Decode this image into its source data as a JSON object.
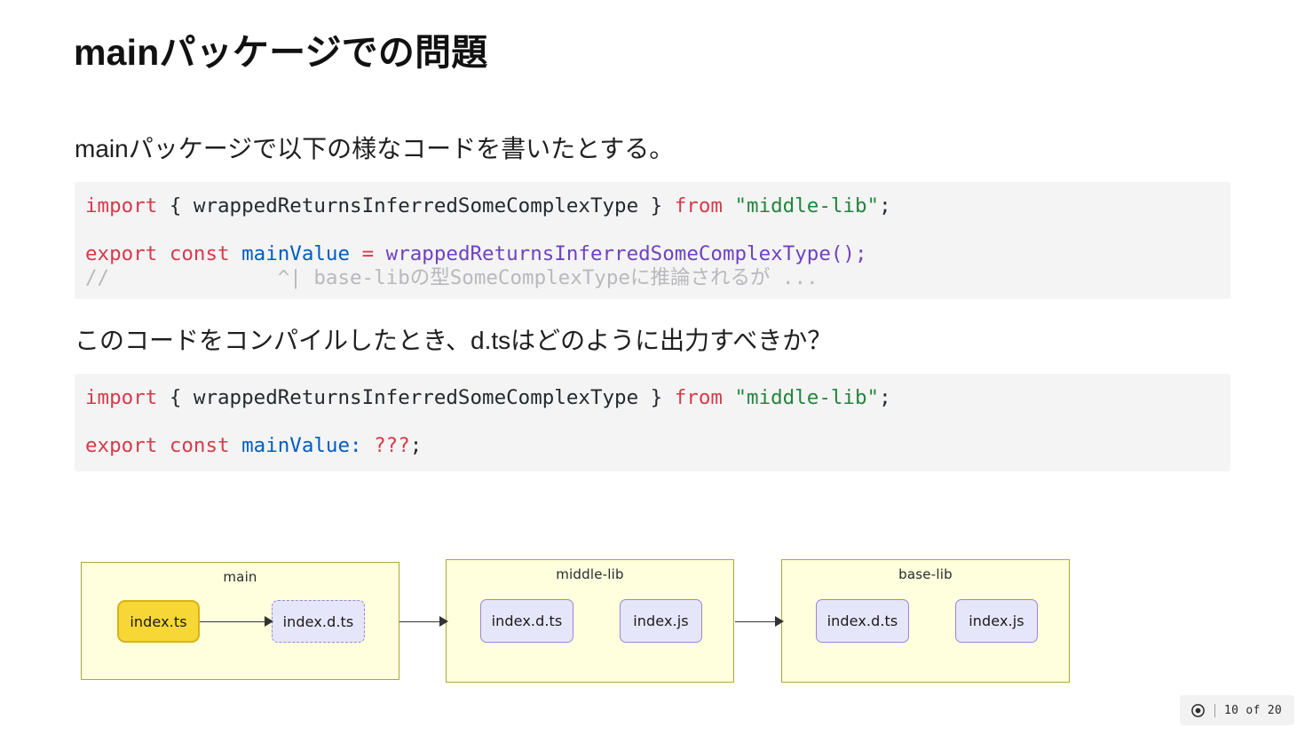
{
  "slide": {
    "title": "mainパッケージでの問題",
    "paragraph_1": "mainパッケージで以下の様なコードを書いたとする。",
    "paragraph_2": "このコードをコンパイルしたとき、d.tsはどのように出力すべきか？"
  },
  "code_block_1": {
    "line1": {
      "kw_import": "import",
      "braced_symbol": " { wrappedReturnsInferredSomeComplexType } ",
      "kw_from": "from",
      "space": " ",
      "module": "\"middle-lib\"",
      "semi": ";"
    },
    "line2": {
      "kw_export_const": "export const",
      "space1": " ",
      "var_name": "mainValue",
      "space2": " ",
      "equals": "=",
      "space3": " ",
      "fn_name": "wrappedReturnsInferredSomeComplexType",
      "call": "();"
    },
    "line3": {
      "comment": "//              ^| base-libの型SomeComplexTypeに推論されるが ..."
    }
  },
  "code_block_2": {
    "line1": {
      "kw_import": "import",
      "braced_symbol": " { wrappedReturnsInferredSomeComplexType } ",
      "kw_from": "from",
      "space": " ",
      "module": "\"middle-lib\"",
      "semi": ";"
    },
    "line2": {
      "kw_export_const": "export const",
      "space1": " ",
      "var_name": "mainValue",
      "colon": ":",
      "space2": " ",
      "unknown_type": "???",
      "semi": ";"
    }
  },
  "diagram": {
    "groups": [
      {
        "name": "main",
        "nodes": [
          {
            "label": "index.ts",
            "kind": "source"
          },
          {
            "label": "index.d.ts",
            "kind": "declaration-pending"
          }
        ]
      },
      {
        "name": "middle-lib",
        "nodes": [
          {
            "label": "index.d.ts",
            "kind": "declaration"
          },
          {
            "label": "index.js",
            "kind": "javascript"
          }
        ]
      },
      {
        "name": "base-lib",
        "nodes": [
          {
            "label": "index.d.ts",
            "kind": "declaration"
          },
          {
            "label": "index.js",
            "kind": "javascript"
          }
        ]
      }
    ]
  },
  "footer": {
    "icon": "presentation-target-icon",
    "page_indicator": "10 of 20"
  },
  "colors": {
    "code_background": "#f4f4f4",
    "keyword": "#d73a49",
    "string": "#22863a",
    "variable": "#005cc5",
    "function": "#6f42c1",
    "comment": "#b9b9bd",
    "group_fill": "#ffffde",
    "group_border": "#aaaa33",
    "node_source_fill": "#f7d736",
    "node_lavender_fill": "#e6e6fa",
    "node_lavender_border": "#9a85d6"
  }
}
